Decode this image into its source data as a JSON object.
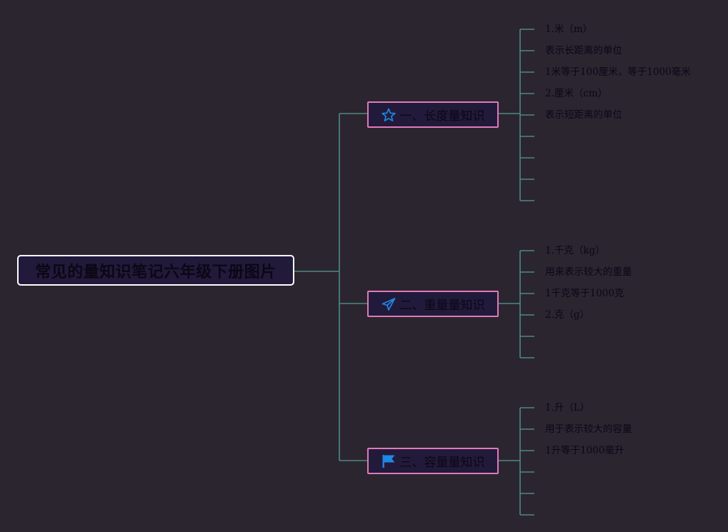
{
  "root": {
    "title": "常见的量知识笔记六年级下册图片"
  },
  "branches": [
    {
      "label": "一、长度量知识",
      "icon": "star-icon",
      "leaves": [
        "1.米（m）",
        "表示长距离的单位",
        "1米等于100厘米，等于1000毫米",
        "2.厘米（cm）",
        "表示短距离的单位",
        "",
        "",
        "",
        ""
      ]
    },
    {
      "label": "二、重量量知识",
      "icon": "paper-plane-icon",
      "leaves": [
        "1.千克（kg）",
        "用来表示较大的重量",
        "1千克等于1000克",
        "2.克（g）",
        "",
        ""
      ]
    },
    {
      "label": "三、容量量知识",
      "icon": "flag-icon",
      "leaves": [
        "1.升（L）",
        "用于表示较大的容量",
        "1升等于1000毫升",
        "",
        "",
        ""
      ]
    }
  ],
  "colors": {
    "background": "#2b2530",
    "connector": "#4d8a80",
    "branch_border": "#e07bb8",
    "root_border": "#ffffff",
    "icon": "#1e88e5"
  }
}
